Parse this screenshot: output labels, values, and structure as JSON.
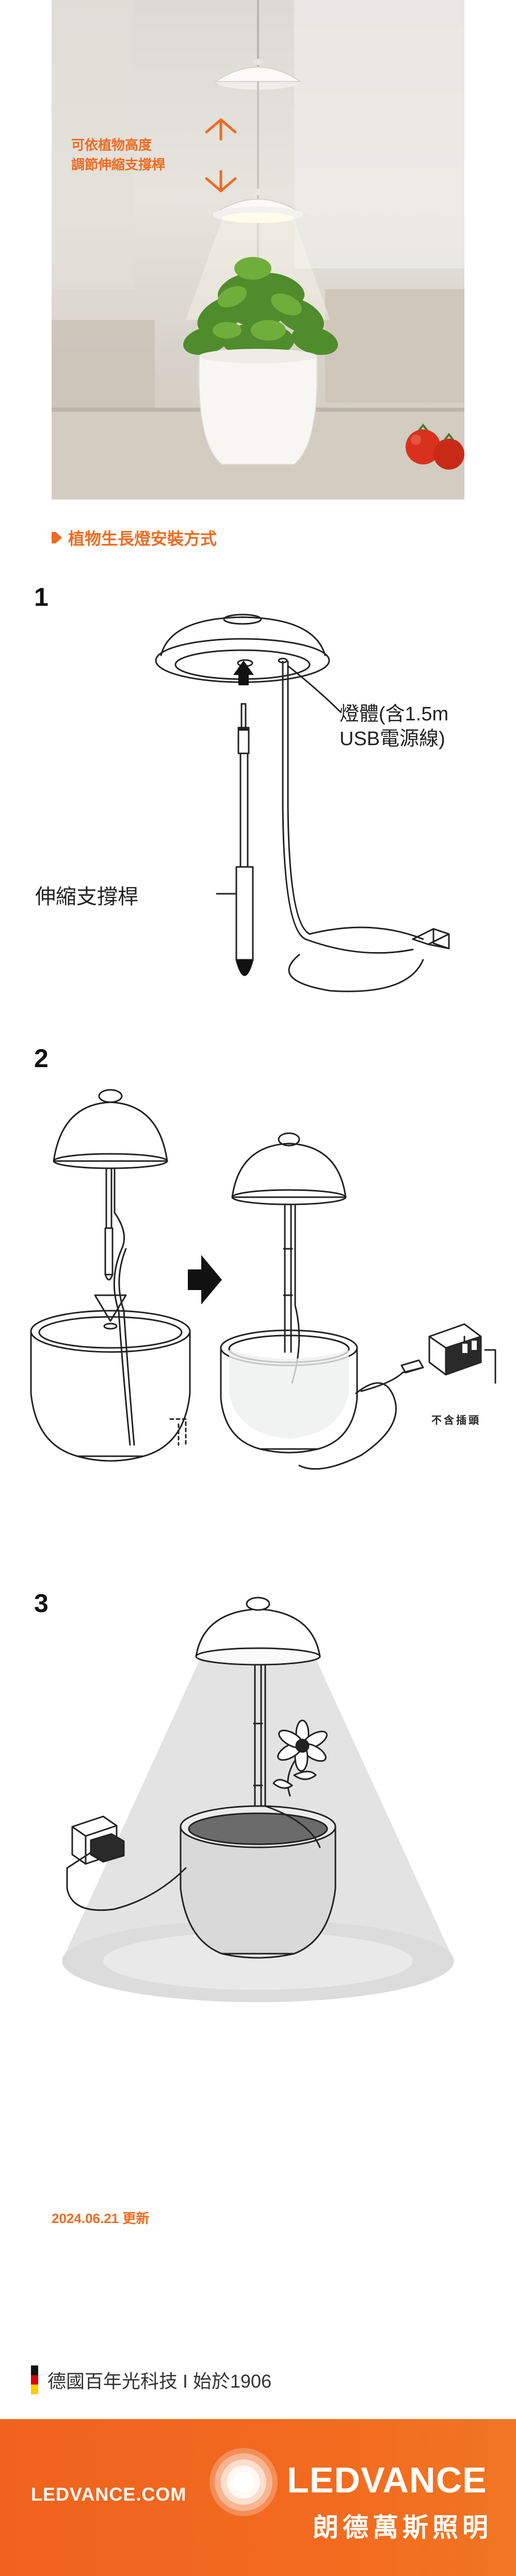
{
  "hero": {
    "caption_line1": "可依植物高度",
    "caption_line2": "調節伸縮支撐桿"
  },
  "section": {
    "title": "植物生長燈安裝方式"
  },
  "steps": [
    {
      "number": "1",
      "label_lamp_line1": "燈體(含1.5m",
      "label_lamp_line2": "USB電源線)",
      "label_pole": "伸縮支撐桿"
    },
    {
      "number": "2",
      "label_adapter": "不含插頭"
    },
    {
      "number": "3"
    }
  ],
  "footer": {
    "updated": "2024.06.21 更新",
    "tagline": "德國百年光科技 I 始於1906",
    "url": "LEDVANCE.COM",
    "brand": "LEDVANCE",
    "brand_cn": "朗德萬斯照明",
    "colors": {
      "accent": "#ef6b1f",
      "flag_black": "#111111",
      "flag_red": "#dd0000",
      "flag_gold": "#ffce00"
    }
  }
}
